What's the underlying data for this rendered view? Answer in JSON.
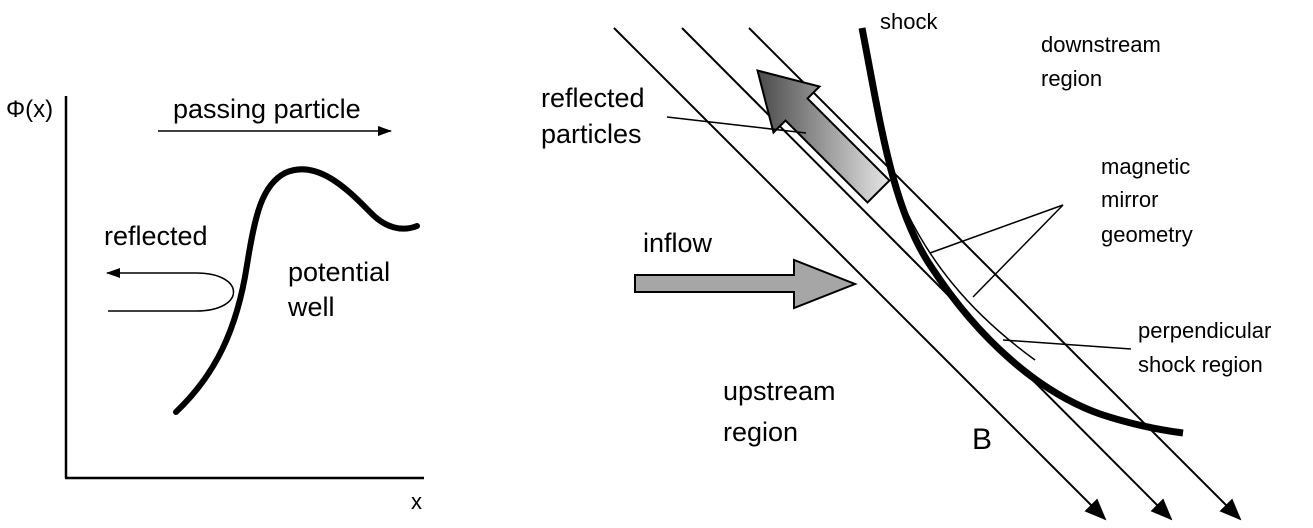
{
  "colors": {
    "ink": "#000000",
    "arrow_fill_light": "#e6e6e6",
    "arrow_fill_dark": "#4a4a4a",
    "inflow_fill": "#a6a6a6"
  },
  "left_panel": {
    "y_axis_label": "Φ(x)",
    "x_axis_label": "x",
    "passing_label": "passing particle",
    "reflected_label": "reflected",
    "well_label_line1": "potential",
    "well_label_line2": "well"
  },
  "right_panel": {
    "shock_label": "shock",
    "downstream_line1": "downstream",
    "downstream_line2": "region",
    "reflected_line1": "reflected",
    "reflected_line2": "particles",
    "mirror_line1": "magnetic",
    "mirror_line2": "mirror",
    "mirror_line3": "geometry",
    "inflow_label": "inflow",
    "perp_line1": "perpendicular",
    "perp_line2": "shock region",
    "upstream_line1": "upstream",
    "upstream_line2": "region",
    "field_label": "B"
  }
}
